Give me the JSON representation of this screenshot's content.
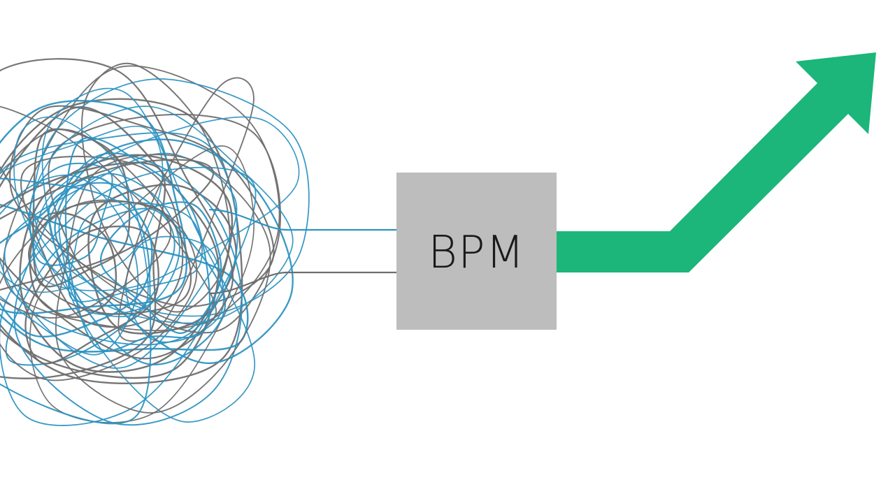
{
  "diagram": {
    "box_label": "BPM",
    "colors": {
      "background": "#ffffff",
      "box_fill": "#bdbdbd",
      "arrow": "#1cb57a",
      "wire_blue": "#2e93c2",
      "wire_gray": "#6e6e6e"
    },
    "icons": {
      "tangle": "tangled-wires",
      "output": "trend-up-arrow"
    }
  }
}
